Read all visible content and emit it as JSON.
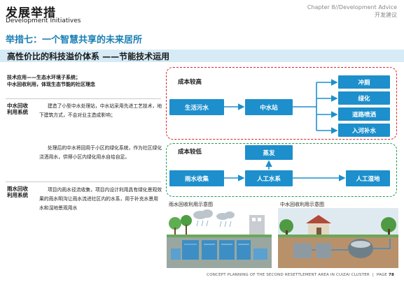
{
  "header": {
    "title": "发展举措",
    "subtitle": "Development Initiatives",
    "chapter": "Chapter 8//Development Advice",
    "chapter_sub": "开发建议"
  },
  "measure_title": "举措七：一个智慧共享的未来居所",
  "section_band": "高性价比的科技溢价体系 ——节能技术运用",
  "left": {
    "tech_line1": "技术应用——生态水环境子系统；",
    "tech_line2": "中水回收利用，体现生态节能的社区理念",
    "zhongshui_label": "中水回收利用系统",
    "zhongshui_p1": "建造了小型中水处理站，中水站采用先进工艺技术，地下建筑方式，不会对业主造成影响；",
    "zhongshui_p2": "处理后的中水将回用于小区的绿化系统，作为社区绿化浇洒用水，供得小区内绿化用水自给自足。",
    "yushui_label": "雨水回收利用系统",
    "yushui_p": "项目内雨水径流收集，项目内设计利用具有绿化景观效果的雨水明沟让雨水流进社区内的水系，用于补充水景用水和湿地景观用水"
  },
  "diagram": {
    "high_cost": "成本较高",
    "low_cost": "成本较低",
    "domestic_sewage": "生活污水",
    "reclaimed_station": "中水站",
    "flush": "冲厕",
    "greening": "绿化",
    "road_spray": "道路喷洒",
    "river_refill": "入河补水",
    "evaporation": "蒸发",
    "rain_collection": "雨水收集",
    "artificial_water": "人工水系",
    "artificial_wetland": "人工湿地"
  },
  "captions": {
    "rain_illus": "雨水回收利用示意图",
    "reclaimed_illus": "中水回收利用示意图"
  },
  "footer": {
    "text": "CONCEPT PLANNING OF THE SECOND RESETTLEMENT AREA IN CUIZAI CLUSTER",
    "page_label": "PAGE",
    "page_no": "78"
  },
  "colors": {
    "accent_blue": "#1d8fcc",
    "title_blue": "#1a7fb3",
    "band": "#d6ebf6",
    "high_zone": "#d9232e",
    "low_zone": "#1f9a57"
  }
}
